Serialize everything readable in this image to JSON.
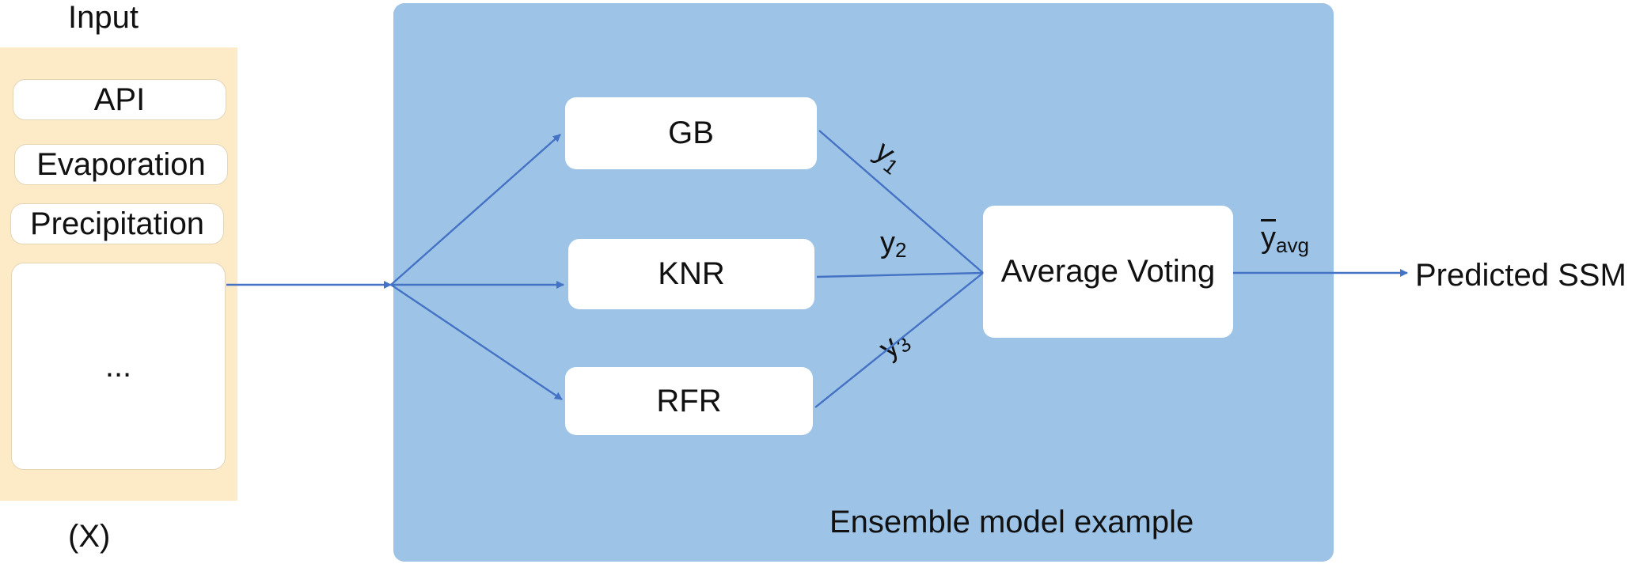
{
  "input": {
    "title": "Input",
    "features": [
      "API",
      "Evaporation",
      "Precipitation"
    ],
    "more": "...",
    "symbol": "(X)"
  },
  "ensemble": {
    "caption": "Ensemble model example",
    "models": [
      "GB",
      "KNR",
      "RFR"
    ],
    "combiner": "Average Voting",
    "outputs": [
      {
        "base": "y",
        "sub": "1"
      },
      {
        "base": "y",
        "sub": "2"
      },
      {
        "base": "y",
        "sub": "3"
      }
    ],
    "average": {
      "base": "y",
      "sub": "avg"
    }
  },
  "result": "Predicted SSM",
  "colors": {
    "input_panel": "#fdebc8",
    "ensemble_panel": "#9dc3e6",
    "arrow": "#4472c4",
    "box": "#ffffff"
  }
}
